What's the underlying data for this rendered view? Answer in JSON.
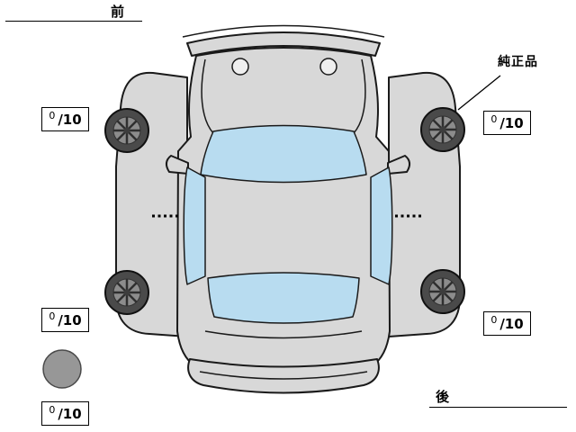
{
  "labels": {
    "front": "前",
    "rear": "後",
    "genuine_part": "純正品"
  },
  "scores": {
    "front_left": {
      "numerator": "0",
      "denominator": "/10"
    },
    "front_right": {
      "numerator": "0",
      "denominator": "/10"
    },
    "rear_left": {
      "numerator": "0",
      "denominator": "/10"
    },
    "rear_right": {
      "numerator": "0",
      "denominator": "/10"
    },
    "spare": {
      "numerator": "0",
      "denominator": "/10"
    }
  },
  "icons": {
    "wheel": "car-wheel-top-view",
    "spare_tire": "spare-tire-circle"
  },
  "colors": {
    "background": "#ffffff",
    "body": "#d8d8d8",
    "glass": "#b8dcf0",
    "tire": "#4a4a4a",
    "rim": "#8c8c8c",
    "spare_tire": "#979797",
    "outline": "#1a1a1a"
  }
}
